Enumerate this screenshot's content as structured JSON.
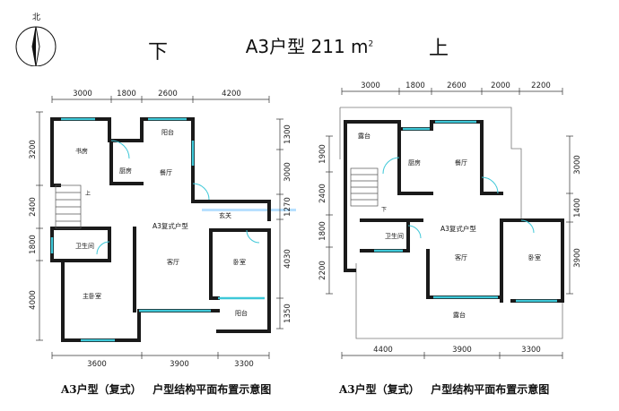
{
  "header": {
    "compass_label": "北",
    "title": "A3户型 211 m",
    "title_sup": "2",
    "lower_floor": "下",
    "upper_floor": "上"
  },
  "left_plan": {
    "dims_top": [
      "3000",
      "1800",
      "2600",
      "4200"
    ],
    "dims_bottom": [
      "3600",
      "3900",
      "3300"
    ],
    "dims_left": [
      "3200",
      "2400",
      "1800",
      "4000"
    ],
    "dims_right": [
      "1300",
      "3000",
      "1270",
      "4030",
      "1350"
    ],
    "rooms": {
      "study": "书房",
      "kitchen": "厨房",
      "balcony_top": "阳台",
      "dining": "餐厅",
      "unit_label": "A3复式户型",
      "entry": "玄关",
      "wc": "卫生间",
      "living": "客厅",
      "bedroom": "卧室",
      "master": "主卧室",
      "balcony_bottom": "阳台",
      "stair_mark": "上"
    },
    "caption": "A3户型（复式）   户型结构平面布置示意图"
  },
  "right_plan": {
    "dims_top": [
      "3000",
      "1800",
      "2600",
      "2000",
      "2200"
    ],
    "dims_bottom": [
      "4400",
      "3900",
      "3300"
    ],
    "dims_left": [
      "1900",
      "2400",
      "1800",
      "2200"
    ],
    "dims_right": [
      "3000",
      "1400",
      "3900"
    ],
    "rooms": {
      "terrace_top": "露台",
      "kitchen": "厨房",
      "dining": "餐厅",
      "unit_label": "A3复式户型",
      "wc": "卫生间",
      "living": "客厅",
      "bedroom": "卧室",
      "terrace_bottom": "露台",
      "stair_mark": "下"
    },
    "caption": "A3户型（复式）   户型结构平面布置示意图"
  },
  "colors": {
    "wall": "#1a1a1a",
    "window": "#3ec8d8",
    "dim_line": "#333333",
    "divider": "#b8e0ff"
  }
}
